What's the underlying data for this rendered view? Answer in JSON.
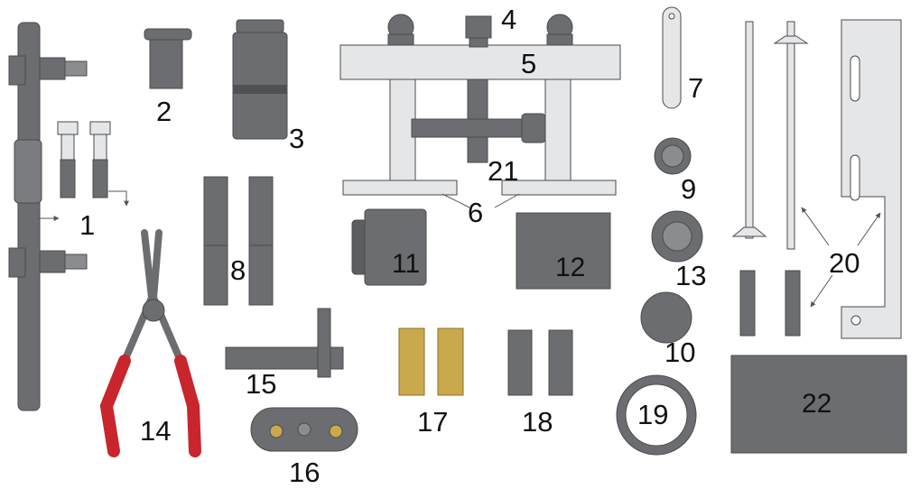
{
  "labels": {
    "l1": "1",
    "l2": "2",
    "l3": "3",
    "l4": "4",
    "l5": "5",
    "l6": "6",
    "l7": "7",
    "l8": "8",
    "l9": "9",
    "l10": "10",
    "l11": "11",
    "l12": "12",
    "l13": "13",
    "l14": "14",
    "l15": "15",
    "l16": "16",
    "l17": "17",
    "l18": "18",
    "l19": "19",
    "l20": "20",
    "l21": "21",
    "l22": "22"
  },
  "colors": {
    "tool_dark": "#6b6d70",
    "tool_mid": "#8a8c8f",
    "tool_light": "#d9dadb",
    "outline": "#4a4b4d",
    "handle_red": "#c8252c",
    "brass": "#c9a94b"
  }
}
